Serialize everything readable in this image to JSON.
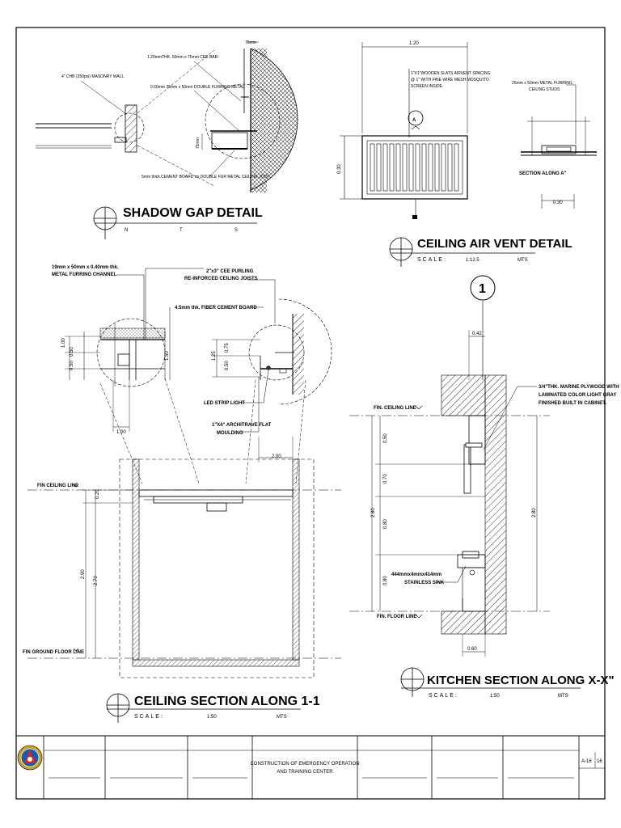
{
  "shadow_gap": {
    "title": "SHADOW GAP DETAIL",
    "sub": [
      "N",
      "T",
      "S"
    ],
    "labels": {
      "masonry": "4\" CHB (350psi) MASONRY WALL",
      "cee_bar": "1.20mmTHK. 50mm x 75mm CEE BAR",
      "furring": "0.60mm 25mm x 50mm DOUBLE FURRING METAL",
      "cement_board": "5mm thick CEMENT BOARD on DOUBLE FUR METAL CEILING JOIST",
      "dim_top": "75mm",
      "dim_side": "75mm"
    }
  },
  "air_vent": {
    "title": "CEILING AIR VENT DETAIL",
    "scale_label": "SCALE:",
    "scale_value": "1:12.5",
    "units": "MTS",
    "note": "1\"X1\"WOODEN SLATS AIRVENT SPACING @ 1\" WITH FINE WIRE MESH MOSQUITO SCREEN INSIDE.",
    "dim_width": "1.20",
    "dim_height": "0.30",
    "marker": "A",
    "section_title": "SECTION ALONG A\"",
    "section_note": "25mm x 50mm METAL FURRING CEILING STUDS",
    "section_dim": "0.30"
  },
  "ceiling_section": {
    "title": "CEILING SECTION ALONG 1-1",
    "scale_label": "SCALE:",
    "scale_value": "1:50",
    "units": "MTS",
    "labels": {
      "channel": "19mm x 50mm x 0.40mm thk. METAL FURRING CHANNEL",
      "purling": "2\"x3\" CEE PURLING RE-INFORCED CEILING JOISTS",
      "board": "4.5mm thk. FIBER CEMENT BOARD",
      "led": "LED STRIP LIGHT",
      "moulding": "1\"X4\" ARCHITRAVE FLAT MOULDING",
      "fin_ceiling": "FIN CEILING LINE",
      "fin_floor": "FIN GROUND FLOOR LINE"
    },
    "dims": {
      "d100a": "1.00",
      "d050a": "0.50",
      "d050b": "0.50",
      "d150": "1.50",
      "d125": "1.25",
      "d075": "0.75",
      "d050c": "0.50",
      "d100b": "1.00",
      "d200": "2.00",
      "d290": "2.90",
      "d270": "2.70",
      "d020": "0.20"
    }
  },
  "kitchen": {
    "marker": "1",
    "title": "KITCHEN SECTION ALONG X-X\"",
    "scale_label": "SCALE:",
    "scale_value": "1:50",
    "units": "MTS",
    "note": "3/4\"THK MARINE PLYWOOD WITH LAMINATED COLOR LIGHT GRAY FINISHED BUILT IN CABINET.",
    "sink": "STAINLESS SINK",
    "sink_size": "444mmx4mmx414mm",
    "fin_ceiling": "FIN. CEILING LINE",
    "fin_floor": "FIN. FLOOR LINE",
    "dims": {
      "top": "0.42",
      "bottom": "0.60",
      "v050": "0.50",
      "v070": "0.70",
      "v080": "0.80",
      "v080b": "0.80",
      "v280": "2.80",
      "v280b": "2.80"
    }
  },
  "title_block": {
    "project": "CONSTRUCTION OF EMERGENCY OPERATION AND TRAINING CENTER",
    "sheet": "A-16",
    "sheet_total": "16"
  }
}
